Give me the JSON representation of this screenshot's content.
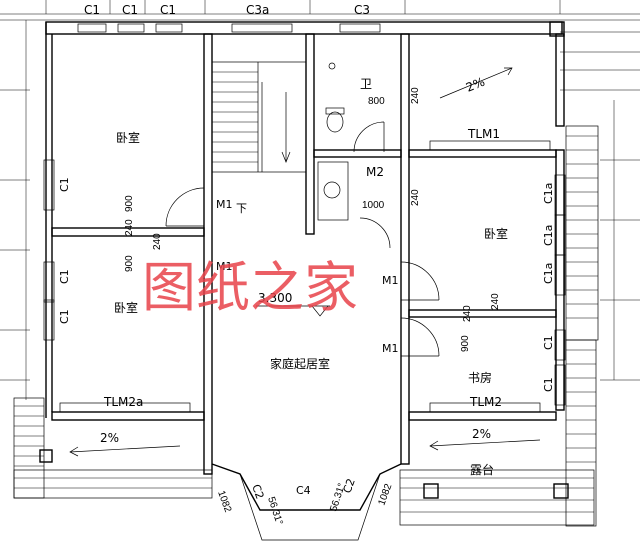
{
  "windows_top": {
    "c1_a": "C1",
    "c1_b": "C1",
    "c1_c": "C1",
    "c3a": "C3a",
    "c3": "C3"
  },
  "rooms": {
    "bedroom_nw": "卧室",
    "bedroom_w": "卧室",
    "bedroom_e": "卧室",
    "bathroom": "卫",
    "family_room": "家庭起居室",
    "study": "书房",
    "terrace": "露台"
  },
  "doors": {
    "m1_stair": "M1",
    "m1_mid": "M1",
    "m1_right_top": "M1",
    "m1_right_bot": "M1",
    "m2": "M2",
    "tlm1": "TLM1",
    "tlm2": "TLM2",
    "tlm2a": "TLM2a"
  },
  "side_windows": {
    "left_c1_top": "C1",
    "left_c1_mid_a": "C1",
    "left_c1_mid_b": "C1",
    "right_c1a_top": "C1a",
    "right_c1a_mid": "C1a",
    "right_c1a_bot": "C1a",
    "right_c1_a": "C1",
    "right_c1_b": "C1",
    "c2_left": "C2",
    "c2_right": "C2",
    "c4": "C4"
  },
  "dims": {
    "d800": "800",
    "d1000": "1000",
    "d240_a": "240",
    "d240_b": "240",
    "d900_a": "900",
    "d240_c": "240",
    "d240_d": "240",
    "d900_b": "900",
    "d240_e": "240",
    "d240_f": "240",
    "d900_c": "900",
    "d1082_l": "1082",
    "d1082_r": "1082",
    "d5631_l": "56.31°",
    "d5631_r": "56.31°"
  },
  "stair_down": "下",
  "elevation": "3.300",
  "slopes": {
    "nw": "2%",
    "sw": "2%",
    "se": "2%"
  },
  "watermark": "图纸之家"
}
